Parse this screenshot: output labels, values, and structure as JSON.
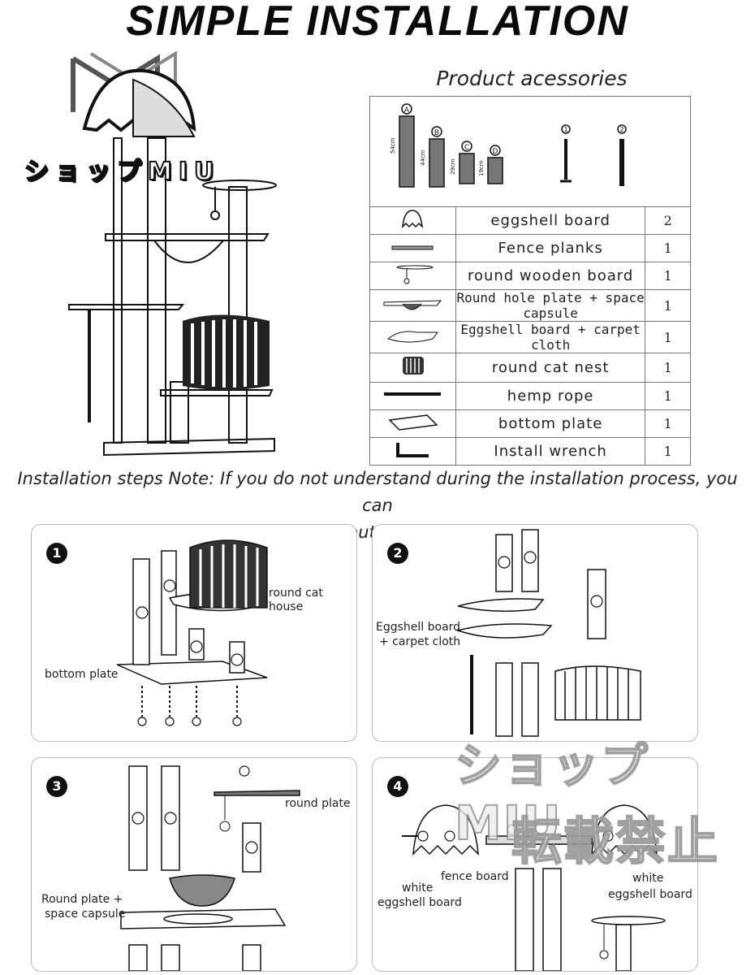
{
  "title": "SIMPLE INSTALLATION",
  "logo": {
    "brand": "ショップMIU"
  },
  "accessories": {
    "heading": "Product acessories",
    "posts": [
      {
        "letter": "A",
        "size": "54cm"
      },
      {
        "letter": "B",
        "size": "44cm"
      },
      {
        "letter": "C",
        "size": "29cm"
      },
      {
        "letter": "D",
        "size": "19cm"
      }
    ],
    "screws": [
      "1",
      "2"
    ],
    "items": [
      {
        "name": "eggshell board",
        "qty": "2",
        "icon": "eggshell-board-icon"
      },
      {
        "name": "Fence planks",
        "qty": "1",
        "icon": "fence-plank-icon"
      },
      {
        "name": "round wooden board",
        "qty": "1",
        "icon": "round-board-icon"
      },
      {
        "name": "Round hole plate + space capsule",
        "qty": "1",
        "icon": "space-capsule-icon"
      },
      {
        "name": "Eggshell board + carpet cloth",
        "qty": "1",
        "icon": "carpet-board-icon"
      },
      {
        "name": "round cat nest",
        "qty": "1",
        "icon": "cat-nest-icon"
      },
      {
        "name": "hemp rope",
        "qty": "1",
        "icon": "hemp-rope-icon"
      },
      {
        "name": "bottom plate",
        "qty": "1",
        "icon": "bottom-plate-icon"
      },
      {
        "name": "Install wrench",
        "qty": "1",
        "icon": "wrench-icon"
      }
    ]
  },
  "note": {
    "line1": "Installation steps Note: If you do not understand during the installation process, you can",
    "line2": "contact us to ask about the installation method"
  },
  "steps": [
    {
      "number": "1",
      "labels": {
        "house": "round cat house",
        "plate": "bottom plate"
      }
    },
    {
      "number": "2",
      "labels": {
        "board1": "Eggshell board",
        "board2": "+ carpet cloth"
      }
    },
    {
      "number": "3",
      "labels": {
        "plate": "round plate",
        "capsule1": "Round plate +",
        "capsule2": "space capsule"
      }
    },
    {
      "number": "4",
      "labels": {
        "fence": "fence board",
        "left1": "white",
        "left2": "eggshell board",
        "right1": "white",
        "right2": "eggshell board"
      }
    }
  ],
  "watermark": {
    "line1": "ショップMIU",
    "line2": "転載禁止"
  }
}
